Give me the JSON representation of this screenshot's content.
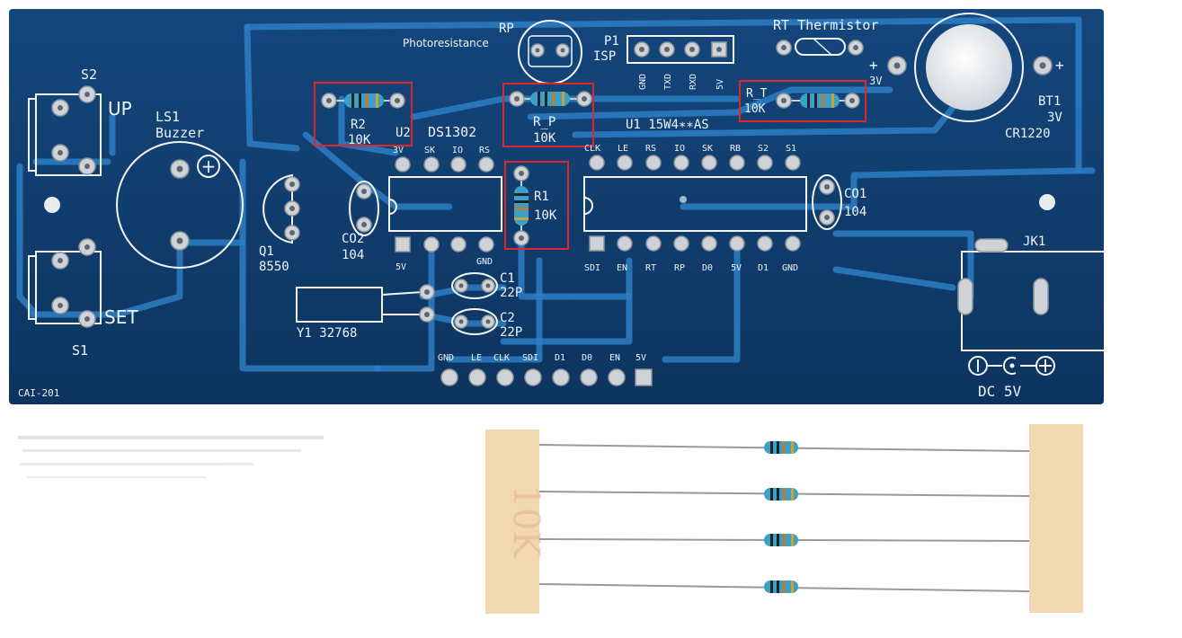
{
  "colors": {
    "board": "#0f3c6e",
    "trace": "#2d7ec4",
    "silk": "#eef4fb",
    "highlight": "#e0262b",
    "resistor": "#3aa0c8",
    "tape": "#f2d8b0"
  },
  "labels": {
    "board_id": "CAI-201",
    "s2": "S2",
    "up": "UP",
    "set": "SET",
    "s1": "S1",
    "ls1": "LS1",
    "buzzer": "Buzzer",
    "rp": "RP",
    "photoresistance": "Photoresistance",
    "p1": "P1",
    "isp": "ISP",
    "isp_pins": [
      "GND",
      "TXD",
      "RXD",
      "5V"
    ],
    "rt_thermistor": "RT  Thermistor",
    "r2": "R2",
    "r2_val": "10K",
    "r_p": "R_P",
    "r_p_val": "10K",
    "r_t": "R_T",
    "r_t_val": "10K",
    "r1": "R1",
    "r1_val": "10K",
    "bt1": "BT1",
    "bt1_v": "3V",
    "bt1_cell": "CR1220",
    "bat_v": "3V",
    "u2": "U2",
    "ds1302": "DS1302",
    "u2_top": [
      "3V",
      "SK",
      "IO",
      "RS"
    ],
    "u2_bot": [
      "5V",
      "GND"
    ],
    "u1": "U1 15W4∗∗AS",
    "u1_top": [
      "CLK",
      "LE",
      "RS",
      "IO",
      "SK",
      "RB",
      "S2",
      "S1"
    ],
    "u1_bot": [
      "SDI",
      "EN",
      "RT",
      "RP",
      "D0",
      "5V",
      "D1",
      "GND"
    ],
    "co1": "CO1",
    "co1_val": "104",
    "co2": "CO2",
    "co2_val": "104",
    "q1": "Q1",
    "q1_val": "8550",
    "c1": "C1",
    "c1_val": "22P",
    "c2": "C2",
    "c2_val": "22P",
    "y1": "Y1  32768",
    "header": [
      "GND",
      "LE",
      "CLK",
      "SDI",
      "D1",
      "D0",
      "EN",
      "5V"
    ],
    "jk1": "JK1",
    "dc": "DC  5V"
  }
}
